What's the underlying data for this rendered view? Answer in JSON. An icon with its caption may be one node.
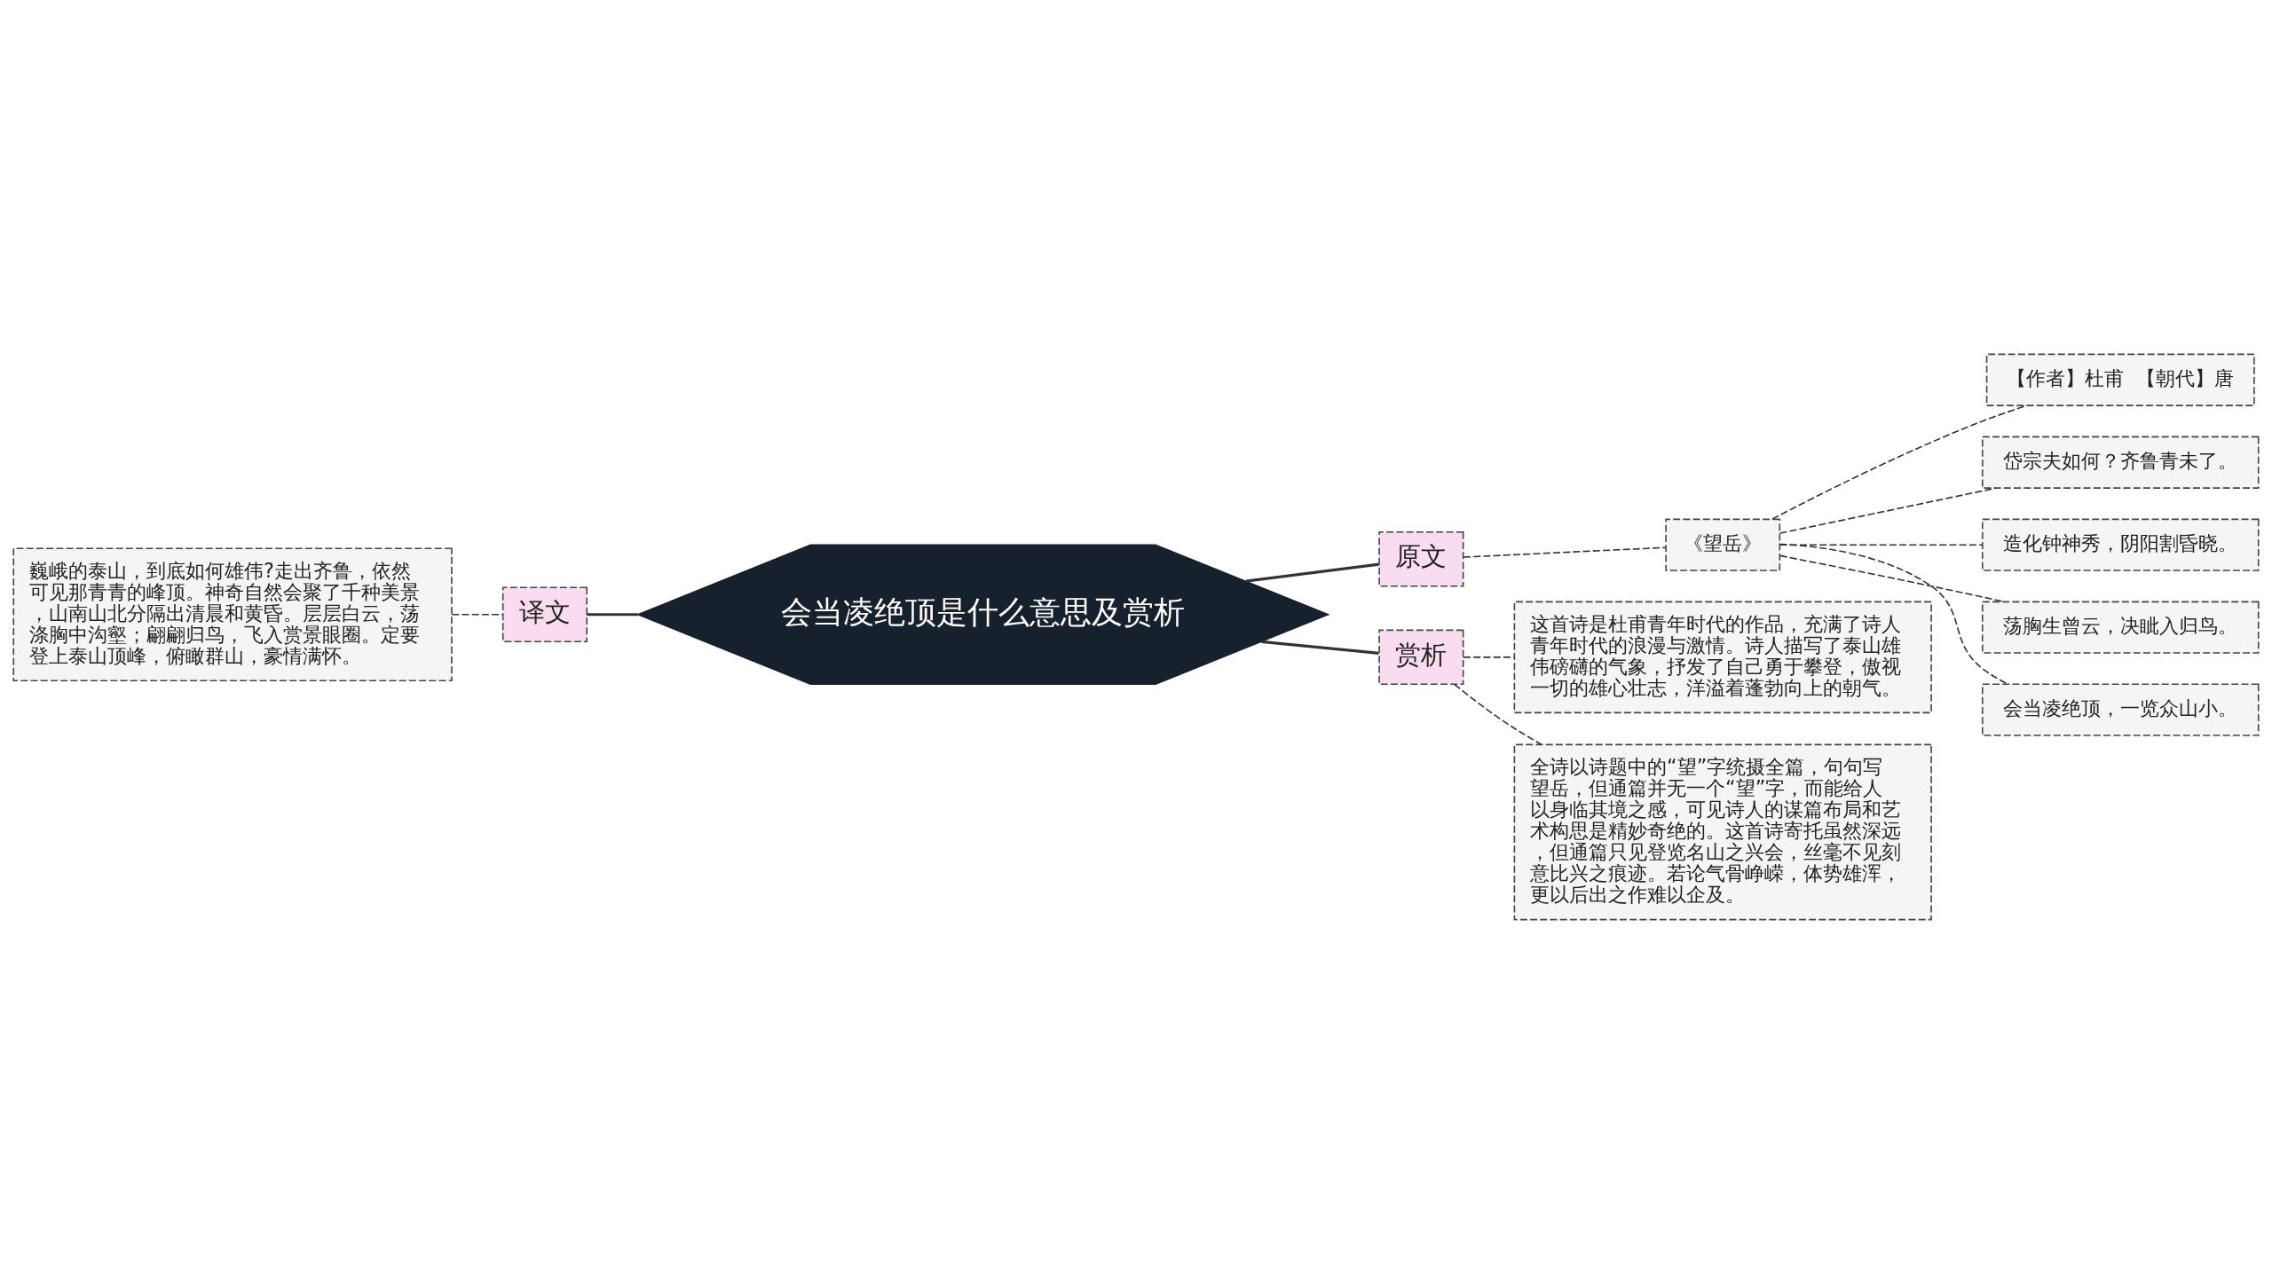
{
  "diagram": {
    "nodes": [
      {
        "text": [
          "会当凌绝顶是什么意思及赏析"
        ]
      },
      {
        "text": [
          "译文"
        ]
      },
      {
        "text": [
          "巍峨的泰山，到底如何雄伟?走出齐鲁，依然可见那青青的峰顶。神奇自然会聚了千种美景，山南山北分隔出清晨和黄昏。层层白云，荡涤胸中沟壑；翩翩归鸟，飞入赏景眼圈。定要登上泰山顶峰，俯瞰群山，豪情满怀。"
        ]
      },
      {
        "text": [
          "原文"
        ]
      },
      {
        "text": [
          "《望岳》"
        ]
      },
      {
        "text": [
          "【作者】杜甫  【朝代】唐"
        ]
      },
      {
        "text": [
          "岱宗夫如何？齐鲁青未了。"
        ]
      },
      {
        "text": [
          "造化钟神秀，阴阳割昏晓。"
        ]
      },
      {
        "text": [
          "荡胸生曾云，决眦入归鸟。"
        ]
      },
      {
        "text": [
          "会当凌绝顶，一览众山小。"
        ]
      },
      {
        "text": [
          "赏析"
        ]
      },
      {
        "text": [
          "这首诗是杜甫青年时代的作品，充满了诗人青年时代的浪漫与激情。诗人描写了泰山雄伟磅礴的气象，抒发了自己勇于攀登，傲视一切的雄心壮志，洋溢着蓬勃向上的朝气。"
        ]
      },
      {
        "text": [
          "全诗以诗题中的“望”字统摄全篇，句句写望岳，但通篇并无一个“望”字，而能给人以身临其境之感，可见诗人的谋篇布局和艺术构思是精妙奇绝的。这首诗寄托虽然深远，但通篇只见登览名山之兴会，丝毫不见刻意比兴之痕迹。若论气骨峥嵘，体势雄浑，更以后出之作难以企及。"
        ]
      }
    ],
    "edges": [
      {
        "from": 0,
        "to": 1,
        "arrow": "none"
      },
      {
        "from": 1,
        "to": 2,
        "arrow": "none",
        "style": "dashed"
      },
      {
        "from": 0,
        "to": 3,
        "arrow": "none"
      },
      {
        "from": 3,
        "to": 4,
        "arrow": "none",
        "style": "dashed"
      },
      {
        "from": 4,
        "to": 5,
        "arrow": "none",
        "style": "dashed"
      },
      {
        "from": 4,
        "to": 6,
        "arrow": "none",
        "style": "dashed"
      },
      {
        "from": 4,
        "to": 7,
        "arrow": "none",
        "style": "dashed"
      },
      {
        "from": 4,
        "to": 8,
        "arrow": "none",
        "style": "dashed"
      },
      {
        "from": 4,
        "to": 9,
        "arrow": "none",
        "style": "dashed"
      },
      {
        "from": 0,
        "to": 10,
        "arrow": "none"
      },
      {
        "from": 10,
        "to": 11,
        "arrow": "none",
        "style": "dashed"
      },
      {
        "from": 10,
        "to": 12,
        "arrow": "none",
        "style": "dashed"
      }
    ]
  }
}
